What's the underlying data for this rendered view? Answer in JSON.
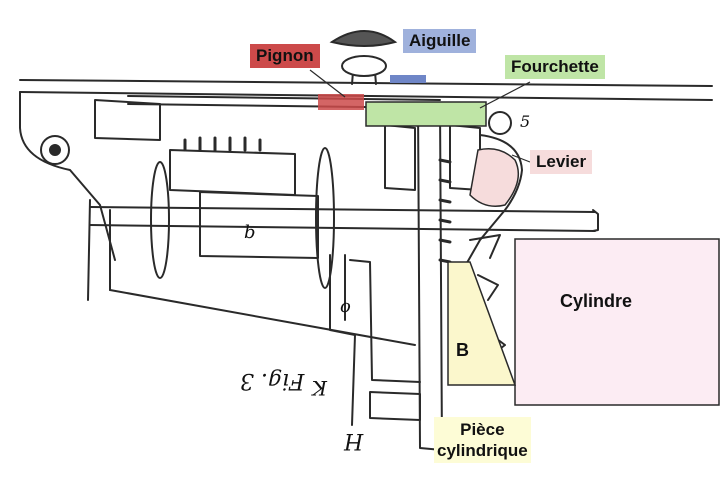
{
  "colors": {
    "pignon": "#cc4a4a",
    "aiguille": "#9fb1dc",
    "fourchette": "#bfe5a6",
    "levier": "#f6dcdc",
    "cylindre": "#fcecf3",
    "piece_b": "#fbf7cc",
    "piece_label_bg": "#fdfcd6",
    "ink": "#2a2a2a"
  },
  "labels": {
    "pignon": "Pignon",
    "aiguille": "Aiguille",
    "fourchette": "Fourchette",
    "levier": "Levier",
    "cylindre": "Cylindre",
    "piece_letter": "B",
    "piece_cylindrique_1": "Pièce",
    "piece_cylindrique_2": "cylindrique"
  },
  "handwritten": {
    "fig": "Fig. 3",
    "k": "K",
    "h": "H",
    "o": "o",
    "b_small": "b",
    "digit_5": "5"
  }
}
